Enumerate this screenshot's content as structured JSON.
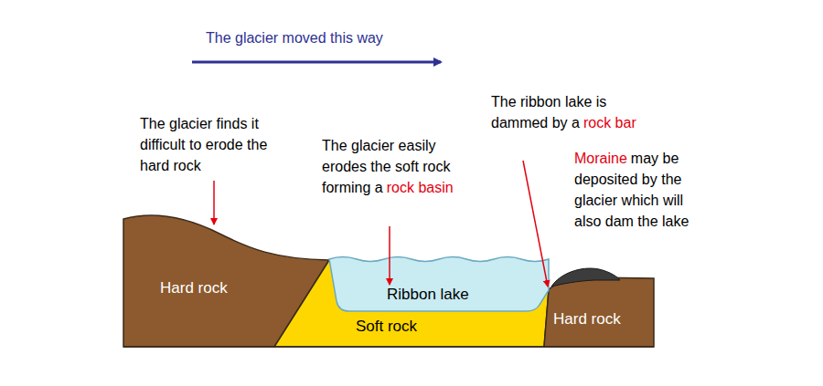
{
  "diagram": {
    "nodes": [
      {
        "text": [
          "Hard rock"
        ]
      },
      {
        "text": [
          "Ribbon lake"
        ]
      },
      {
        "text": [
          "Soft rock"
        ]
      },
      {
        "text": [
          "Hard rock"
        ]
      }
    ],
    "labels": [
      "The glacier moved this way",
      "The glacier finds it difficult to erode the hard rock",
      "The glacier easily erodes the soft rock forming a",
      "rock basin",
      "The ribbon lake is dammed by a",
      "rock bar",
      "Moraine",
      "may be deposited by the glacier which will also dam the lake"
    ]
  }
}
